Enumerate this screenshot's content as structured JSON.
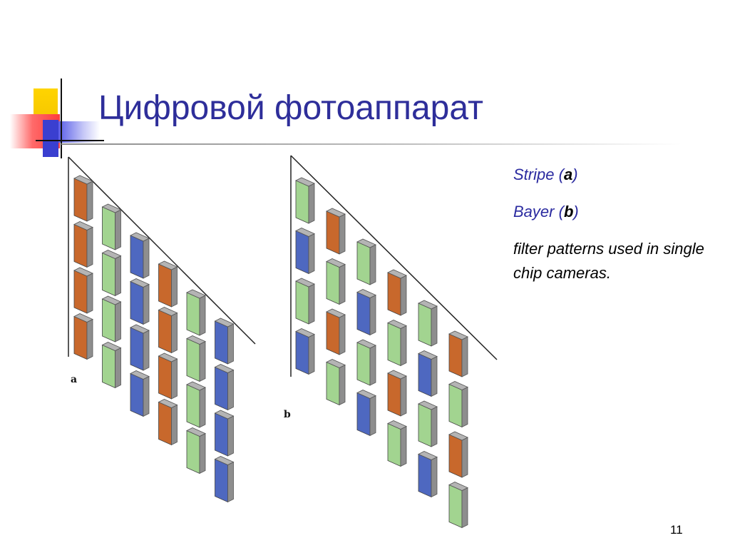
{
  "slide": {
    "title": "Цифровой фотоаппарат",
    "page_number": "11"
  },
  "text_block": {
    "stripe_label": "Stripe",
    "stripe_letter": "a",
    "bayer_label": "Bayer",
    "bayer_letter": "b",
    "caption": "filter patterns used in single chip cameras."
  },
  "figure": {
    "panel_a_label": "a",
    "panel_b_label": "b",
    "filter_colors": {
      "red": "#c8682c",
      "green": "#a2d490",
      "blue": "#4e68c0"
    },
    "panel_a_columns": [
      "red",
      "green",
      "blue",
      "red",
      "green",
      "blue"
    ],
    "panel_b_rows": [
      [
        "green",
        "red",
        "green",
        "red",
        "green",
        "red"
      ],
      [
        "blue",
        "green",
        "blue",
        "green",
        "blue",
        "green"
      ]
    ]
  }
}
